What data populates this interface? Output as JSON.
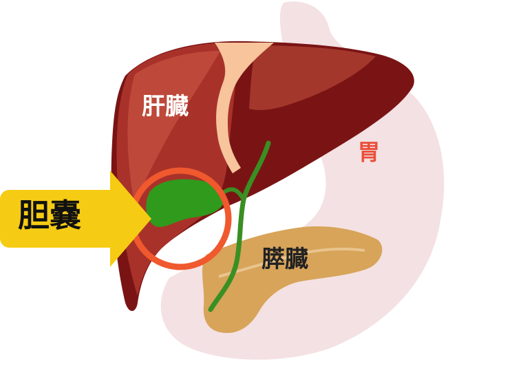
{
  "labels": {
    "liver": "肝臓",
    "stomach": "胃",
    "pancreas": "膵臓",
    "gallbladder": "胆嚢"
  },
  "colors": {
    "liver_dark": "#7a1414",
    "liver_main": "#a8322a",
    "liver_light": "#c6503f",
    "ligament": "#f7c49c",
    "stomach": "#f4e1e3",
    "gallbladder": "#2f9a1c",
    "bile_duct": "#3a8f23",
    "pancreas": "#d7a45a",
    "highlight_ring": "#f0582e",
    "arrow": "#f6cb13",
    "stomach_label": "#e8503a"
  },
  "icons": {
    "pointer": "arrow-right-icon",
    "highlight": "circle-ring-icon"
  }
}
